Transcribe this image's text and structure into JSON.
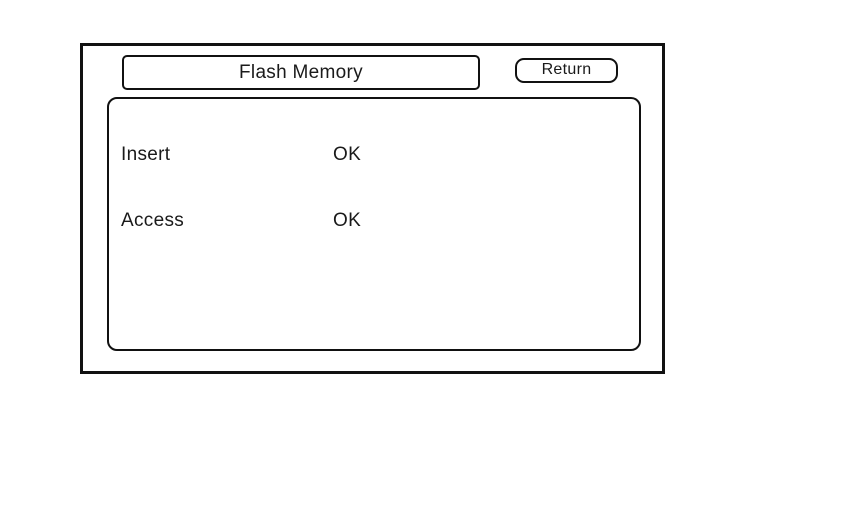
{
  "dialog": {
    "title": "Flash Memory",
    "return_label": "Return",
    "rows": [
      {
        "label": "Insert",
        "value": "OK"
      },
      {
        "label": "Access",
        "value": "OK"
      }
    ]
  },
  "colors": {
    "ink": "#111111",
    "text": "#1a1a1a",
    "background": "#ffffff"
  }
}
